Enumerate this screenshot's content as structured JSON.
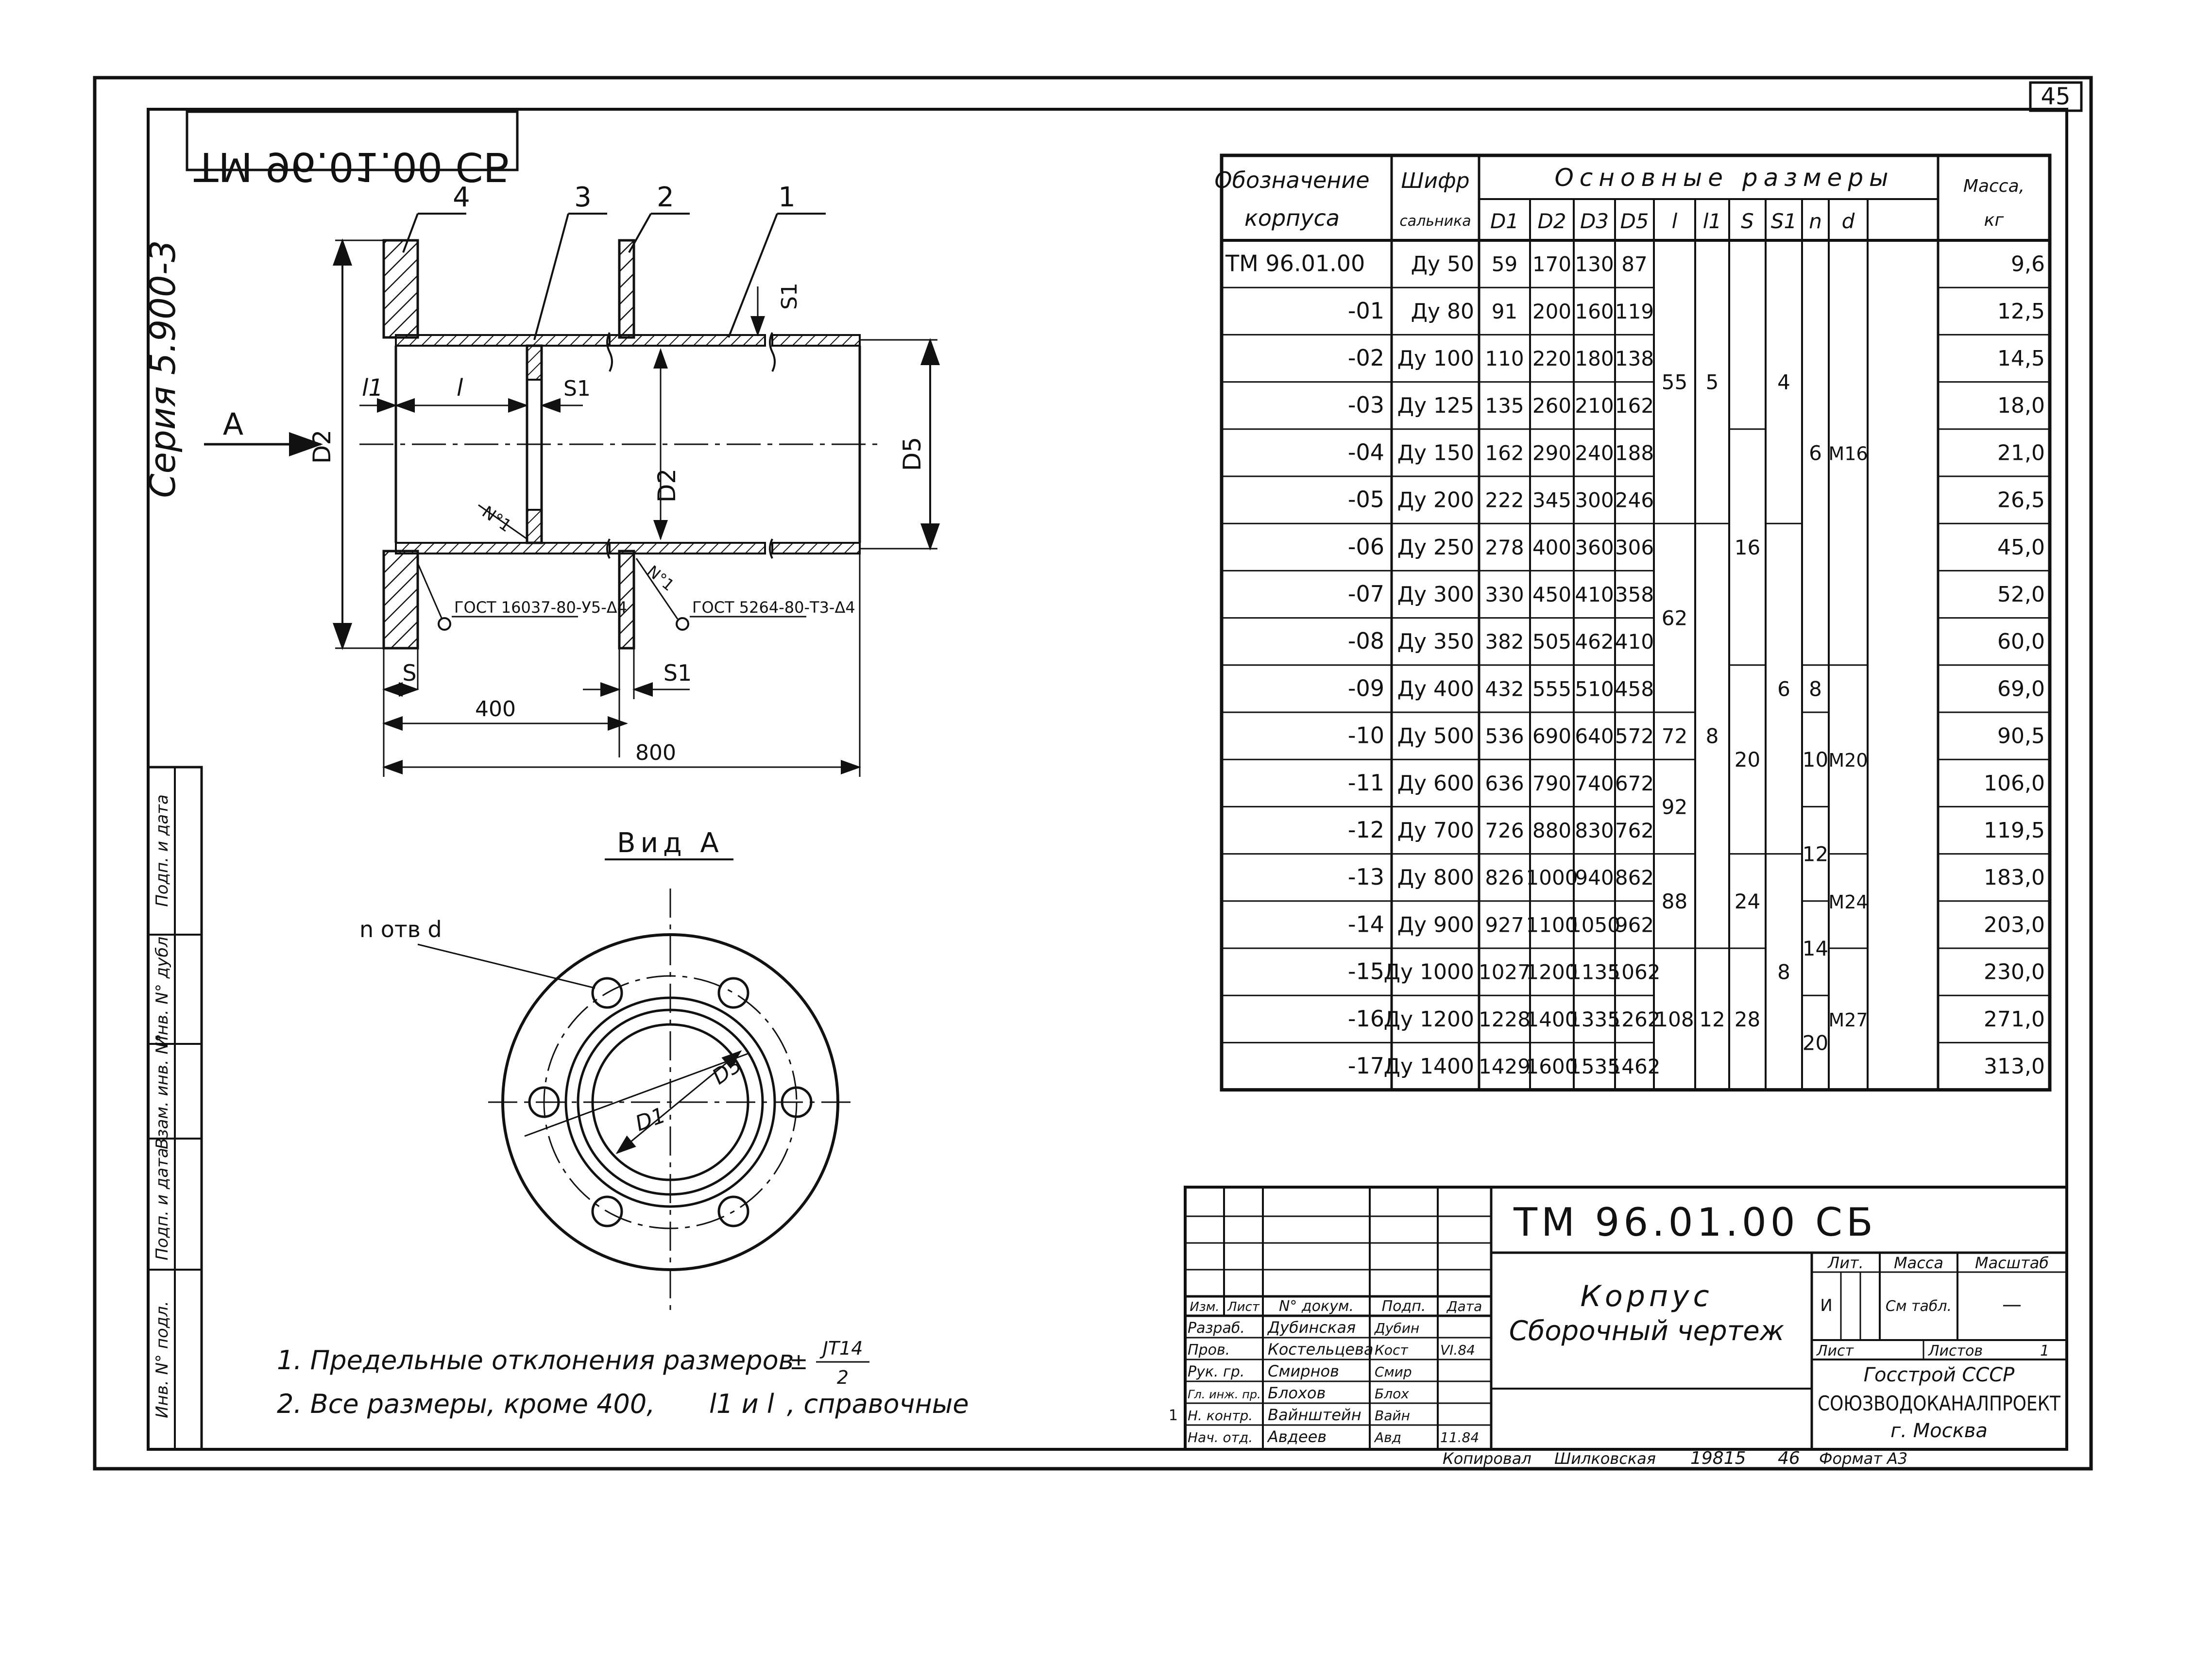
{
  "sheet": {
    "page_number": "45",
    "mirrored_stamp": "ТМ 96.01.00 СБ",
    "series": "Серия 5.900-3"
  },
  "drawing": {
    "callouts": [
      "4",
      "3",
      "2",
      "1"
    ],
    "view_arrow": "А",
    "dims": {
      "d2_left": "D2",
      "d2_mid": "D2",
      "d5": "D5",
      "l1": "l1",
      "l": "l",
      "s1_top": "S1",
      "s1_ring": "S1",
      "s_bottom": "S",
      "s1_bottom": "S1",
      "len400": "400",
      "len800": "800"
    },
    "weld1_mark": "N°1",
    "weld2_mark": "N°1",
    "weld1_std": "ГОСТ 16037-80-У5-Δ4",
    "weld2_std": "ГОСТ 5264-80-Т3-Δ4",
    "view_title": "Вид А",
    "holes_label": "n отв d",
    "view_d3": "D3",
    "view_d1": "D1"
  },
  "notes": [
    "1. Предельные отклонения размеров",
    "2. Все размеры, кроме 400,"
  ],
  "note_tolerance": {
    "sign": "±",
    "num": "JT14",
    "den": "2"
  },
  "note2_tail": {
    "letters": "l1 и l",
    "text": ", справочные"
  },
  "table": {
    "headers": {
      "designation": [
        "Обозначение",
        "корпуса"
      ],
      "cipher": [
        "Шифр",
        "сальника"
      ],
      "basic": "Основные размеры",
      "mass": [
        "Масса,",
        "кг"
      ],
      "sub": [
        "D1",
        "D2",
        "D3",
        "D5",
        "l",
        "l1",
        "S",
        "S1",
        "n",
        "d"
      ]
    },
    "rows": [
      {
        "code": "ТМ 96.01.00",
        "cipher": "Ду 50",
        "d1": "59",
        "d2": "170",
        "d3": "130",
        "d5": "87",
        "mass": "9,6"
      },
      {
        "code": "-01",
        "cipher": "Ду 80",
        "d1": "91",
        "d2": "200",
        "d3": "160",
        "d5": "119",
        "mass": "12,5"
      },
      {
        "code": "-02",
        "cipher": "Ду 100",
        "d1": "110",
        "d2": "220",
        "d3": "180",
        "d5": "138",
        "mass": "14,5"
      },
      {
        "code": "-03",
        "cipher": "Ду 125",
        "d1": "135",
        "d2": "260",
        "d3": "210",
        "d5": "162",
        "mass": "18,0"
      },
      {
        "code": "-04",
        "cipher": "Ду 150",
        "d1": "162",
        "d2": "290",
        "d3": "240",
        "d5": "188",
        "mass": "21,0"
      },
      {
        "code": "-05",
        "cipher": "Ду 200",
        "d1": "222",
        "d2": "345",
        "d3": "300",
        "d5": "246",
        "mass": "26,5"
      },
      {
        "code": "-06",
        "cipher": "Ду 250",
        "d1": "278",
        "d2": "400",
        "d3": "360",
        "d5": "306",
        "mass": "45,0"
      },
      {
        "code": "-07",
        "cipher": "Ду 300",
        "d1": "330",
        "d2": "450",
        "d3": "410",
        "d5": "358",
        "mass": "52,0"
      },
      {
        "code": "-08",
        "cipher": "Ду 350",
        "d1": "382",
        "d2": "505",
        "d3": "462",
        "d5": "410",
        "mass": "60,0"
      },
      {
        "code": "-09",
        "cipher": "Ду 400",
        "d1": "432",
        "d2": "555",
        "d3": "510",
        "d5": "458",
        "mass": "69,0"
      },
      {
        "code": "-10",
        "cipher": "Ду 500",
        "d1": "536",
        "d2": "690",
        "d3": "640",
        "d5": "572",
        "mass": "90,5"
      },
      {
        "code": "-11",
        "cipher": "Ду 600",
        "d1": "636",
        "d2": "790",
        "d3": "740",
        "d5": "672",
        "mass": "106,0"
      },
      {
        "code": "-12",
        "cipher": "Ду 700",
        "d1": "726",
        "d2": "880",
        "d3": "830",
        "d5": "762",
        "mass": "119,5"
      },
      {
        "code": "-13",
        "cipher": "Ду 800",
        "d1": "826",
        "d2": "1000",
        "d3": "940",
        "d5": "862",
        "mass": "183,0"
      },
      {
        "code": "-14",
        "cipher": "Ду 900",
        "d1": "927",
        "d2": "1100",
        "d3": "1050",
        "d5": "962",
        "mass": "203,0"
      },
      {
        "code": "-15",
        "cipher": "Ду 1000",
        "d1": "1027",
        "d2": "1200",
        "d3": "1135",
        "d5": "1062",
        "mass": "230,0"
      },
      {
        "code": "-16",
        "cipher": "Ду 1200",
        "d1": "1228",
        "d2": "1400",
        "d3": "1335",
        "d5": "1262",
        "mass": "271,0"
      },
      {
        "code": "-17",
        "cipher": "Ду 1400",
        "d1": "1429",
        "d2": "1600",
        "d3": "1535",
        "d5": "1462",
        "mass": "313,0"
      }
    ],
    "merged": {
      "l": [
        {
          "from": 0,
          "to": 5,
          "value": "55"
        },
        {
          "from": 6,
          "to": 9,
          "value": "62"
        },
        {
          "from": 10,
          "to": 10,
          "value": "72"
        },
        {
          "from": 11,
          "to": 12,
          "value": "92"
        },
        {
          "from": 13,
          "to": 14,
          "value": "88"
        },
        {
          "from": 15,
          "to": 17,
          "value": "108"
        }
      ],
      "l1": [
        {
          "from": 0,
          "to": 5,
          "value": "5"
        },
        {
          "from": 6,
          "to": 14,
          "value": "8"
        },
        {
          "from": 15,
          "to": 17,
          "value": "12"
        }
      ],
      "s": [
        {
          "from": 0,
          "to": 3,
          "value": ""
        },
        {
          "from": 4,
          "to": 8,
          "value": "16"
        },
        {
          "from": 9,
          "to": 12,
          "value": "20"
        },
        {
          "from": 13,
          "to": 14,
          "value": "24"
        },
        {
          "from": 15,
          "to": 17,
          "value": "28"
        }
      ],
      "s1": [
        {
          "from": 0,
          "to": 5,
          "value": "4"
        },
        {
          "from": 6,
          "to": 12,
          "value": "6"
        },
        {
          "from": 13,
          "to": 17,
          "value": "8"
        }
      ],
      "n": [
        {
          "from": 0,
          "to": 8,
          "value": "6"
        },
        {
          "from": 9,
          "to": 9,
          "value": "8"
        },
        {
          "from": 10,
          "to": 11,
          "value": "10"
        },
        {
          "from": 12,
          "to": 13,
          "value": "12"
        },
        {
          "from": 14,
          "to": 15,
          "value": "14"
        },
        {
          "from": 16,
          "to": 17,
          "value": "20"
        }
      ],
      "d": [
        {
          "from": 0,
          "to": 8,
          "value": "М16"
        },
        {
          "from": 9,
          "to": 12,
          "value": "М20"
        },
        {
          "from": 13,
          "to": 14,
          "value": "М24"
        },
        {
          "from": 15,
          "to": 17,
          "value": "М27"
        }
      ]
    }
  },
  "title_block": {
    "doc_code": "ТМ 96.01.00 СБ",
    "name": "Корпус",
    "subtitle": "Сборочный чертеж",
    "col_heads": [
      "Изм.",
      "Лист",
      "N° докум.",
      "Подп.",
      "Дата"
    ],
    "signers": [
      {
        "role": "Разраб.",
        "name": "Дубинская",
        "sign": "Дубин",
        "date": ""
      },
      {
        "role": "Пров.",
        "name": "Костельцева",
        "sign": "Кост",
        "date": "VI.84"
      },
      {
        "role": "Рук. гр.",
        "name": "Смирнов",
        "sign": "Смир",
        "date": ""
      },
      {
        "role": "Гл. инж. пр.",
        "name": "Блохов",
        "sign": "Блох",
        "date": ""
      },
      {
        "role": "Н. контр.",
        "name": "Вайнштейн",
        "sign": "Вайн",
        "date": ""
      },
      {
        "role": "Нач. отд.",
        "name": "Авдеев",
        "sign": "Авд",
        "date": "11.84"
      }
    ],
    "lit_label": "Лит.",
    "lit_value": "И",
    "mass_label": "Масса",
    "mass_value": "См табл.",
    "scale_label": "Масштаб",
    "scale_value": "—",
    "sheet_label": "Лист",
    "sheets_label": "Листов",
    "sheets_value": "1",
    "org1": "Госстрой СССР",
    "org2": "СОЮЗВОДОКАНАЛПРОЕКТ",
    "org3": "г. Москва",
    "margin_mark": "1"
  },
  "side_stamp": [
    "Инв. N° подл.",
    "Подп. и дата",
    "Взам. инв. N°",
    "Инв. N° дубл.",
    "Подп. и дата"
  ],
  "footer": {
    "copied": "Копировал",
    "copier": "Шилковская",
    "order": "19815",
    "sheet_no": "46",
    "format": "Формат А3"
  }
}
